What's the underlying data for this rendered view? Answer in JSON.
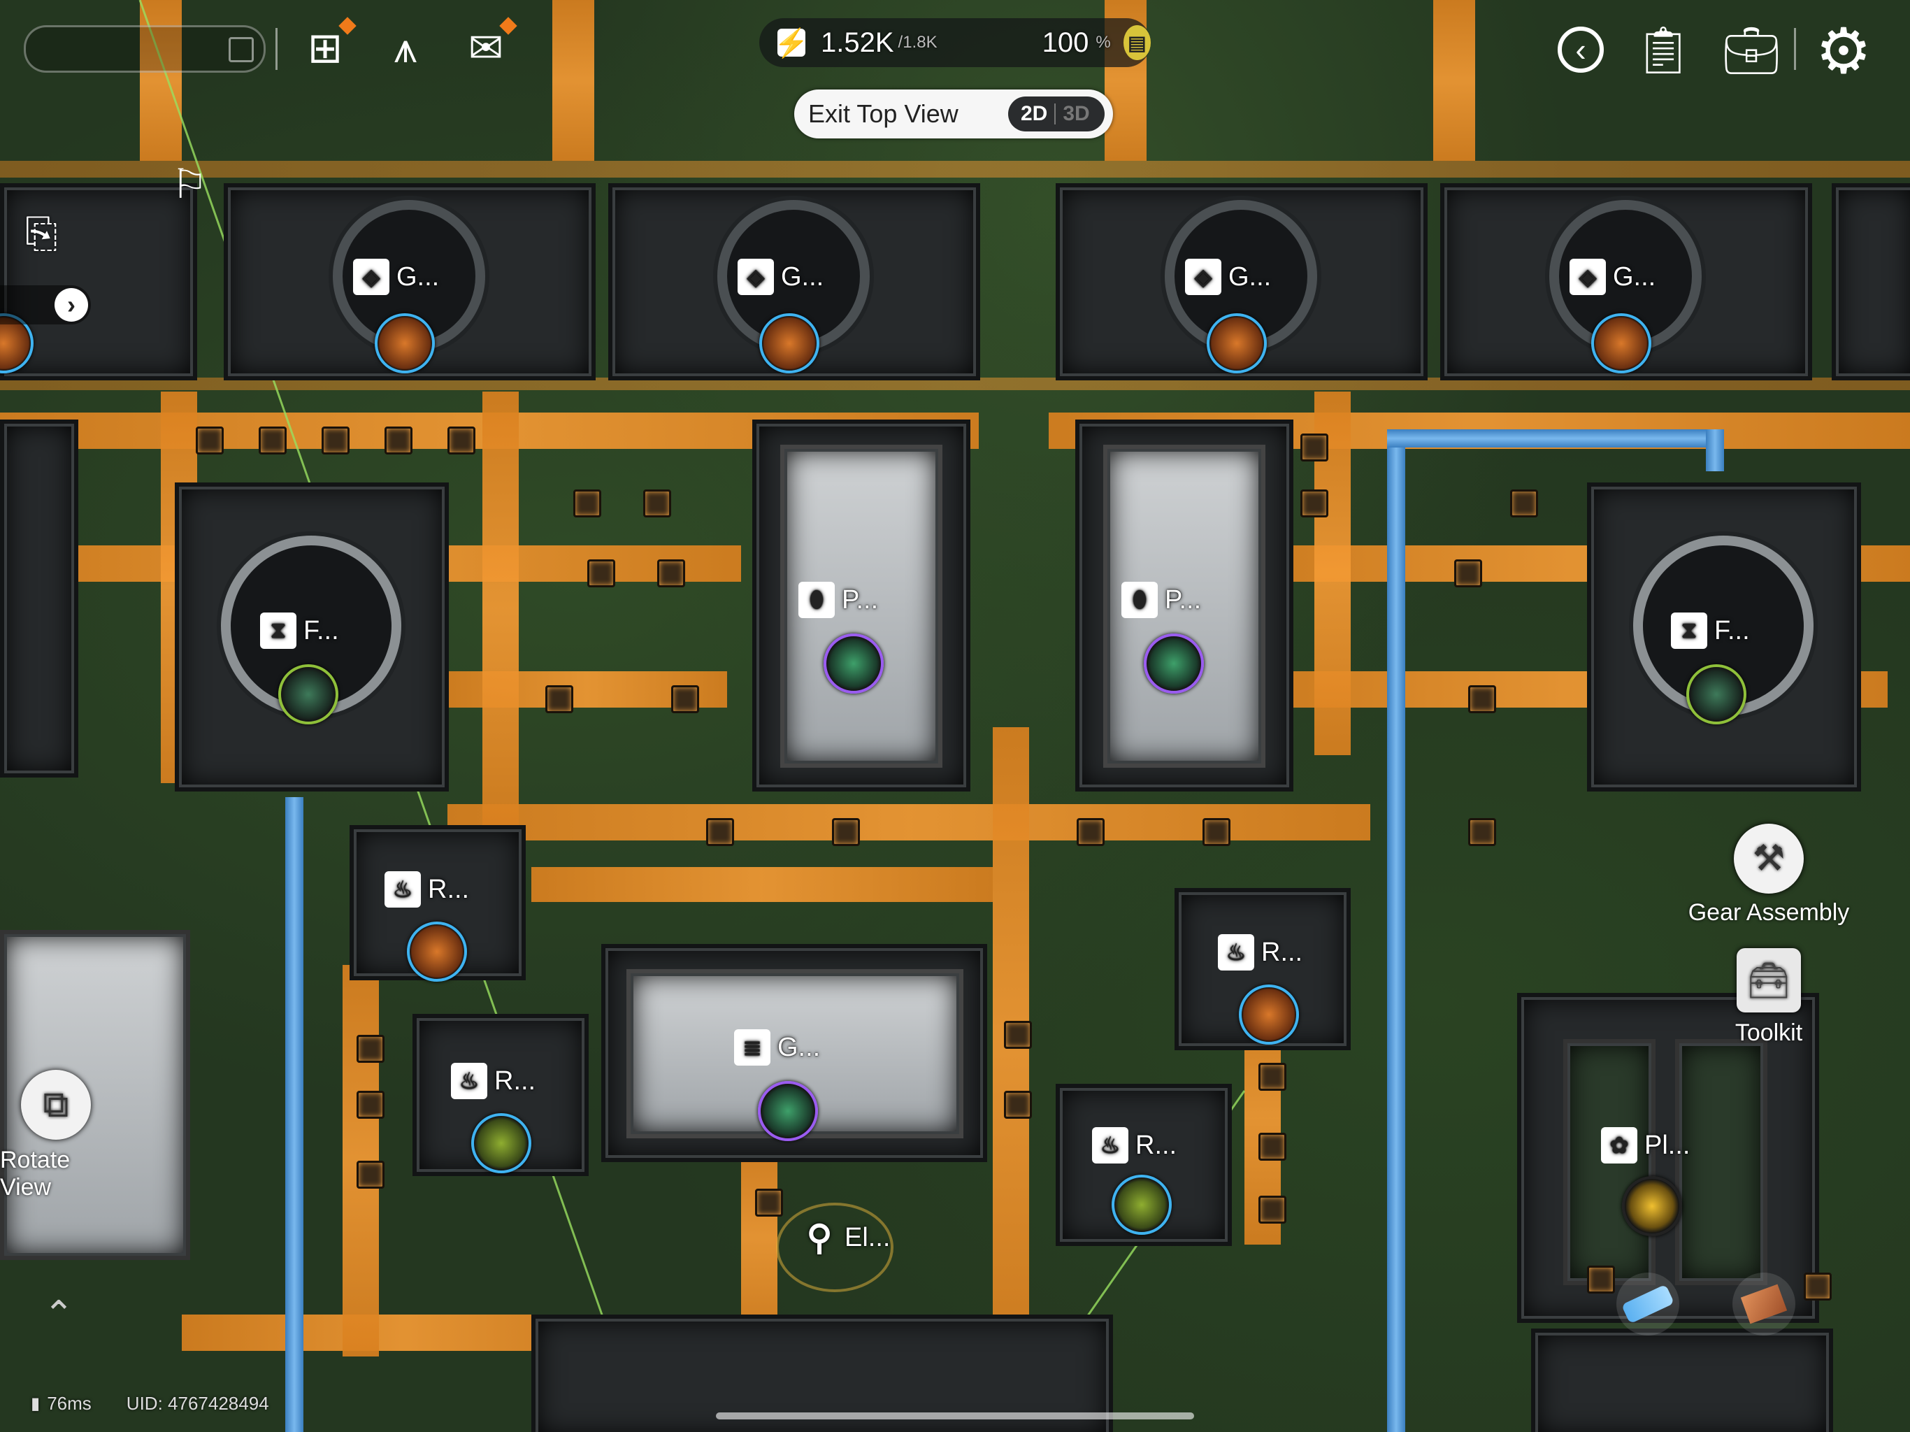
{
  "hud": {
    "power_value": "1.52K",
    "power_capacity": "/1.8K",
    "power_percent": "100",
    "percent_unit": "%",
    "exit_top_view_label": "Exit Top View",
    "view_mode_2d": "2D",
    "view_mode_3d": "3D",
    "ping": "76ms",
    "uid": "UID: 4767428494"
  },
  "side_actions": {
    "gear_assembly_label": "Gear Assembly",
    "toolkit_label": "Toolkit",
    "rotate_view_label": "Rotate View"
  },
  "machines": {
    "g1": "G...",
    "g2": "G...",
    "g3": "G...",
    "g4": "G...",
    "f_left": "F...",
    "f_right": "F...",
    "p_left": "P...",
    "p_right": "P...",
    "r1": "R...",
    "r2": "R...",
    "r3": "R...",
    "r4": "R...",
    "g_center": "G...",
    "el": "El...",
    "pl": "Pl..."
  },
  "icons": {
    "power": "lightning-icon",
    "battery": "battery-icon",
    "back": "back-circle-icon",
    "clipboard": "clipboard-icon",
    "briefcase": "briefcase-icon",
    "settings": "gear-settings-icon"
  }
}
